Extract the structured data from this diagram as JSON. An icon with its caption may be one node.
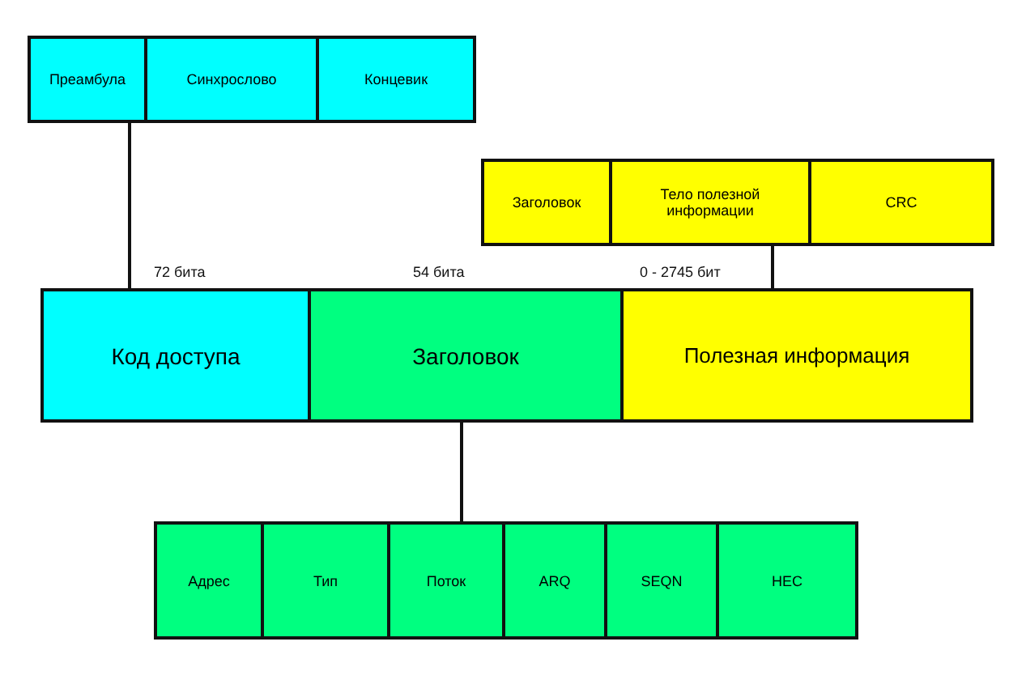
{
  "diagram": {
    "nodes": [
      {
        "text": [
          "Преамбула"
        ]
      },
      {
        "text": [
          "Синхрослово"
        ]
      },
      {
        "text": [
          "Концевик"
        ]
      },
      {
        "text": [
          "Заголовок"
        ]
      },
      {
        "text": [
          "Тело полезной информации"
        ]
      },
      {
        "text": [
          "CRC"
        ]
      },
      {
        "text": [
          "Код доступа"
        ],
        "beside": [
          "72 бита"
        ]
      },
      {
        "text": [
          "Заголовок"
        ],
        "beside": [
          "54 бита"
        ]
      },
      {
        "text": [
          "Полезная информация"
        ],
        "beside": [
          "0 - 2745 бит"
        ]
      },
      {
        "text": [
          "Адрес"
        ]
      },
      {
        "text": [
          "Тип"
        ]
      },
      {
        "text": [
          "Поток"
        ]
      },
      {
        "text": [
          "ARQ"
        ]
      },
      {
        "text": [
          "SEQN"
        ]
      },
      {
        "text": [
          "HEC"
        ]
      }
    ],
    "edges": [
      {
        "from": 0,
        "to": 6,
        "arrow": "none"
      },
      {
        "from": 4,
        "to": 8,
        "arrow": "none"
      },
      {
        "from": 7,
        "to": 11,
        "arrow": "none"
      }
    ]
  }
}
